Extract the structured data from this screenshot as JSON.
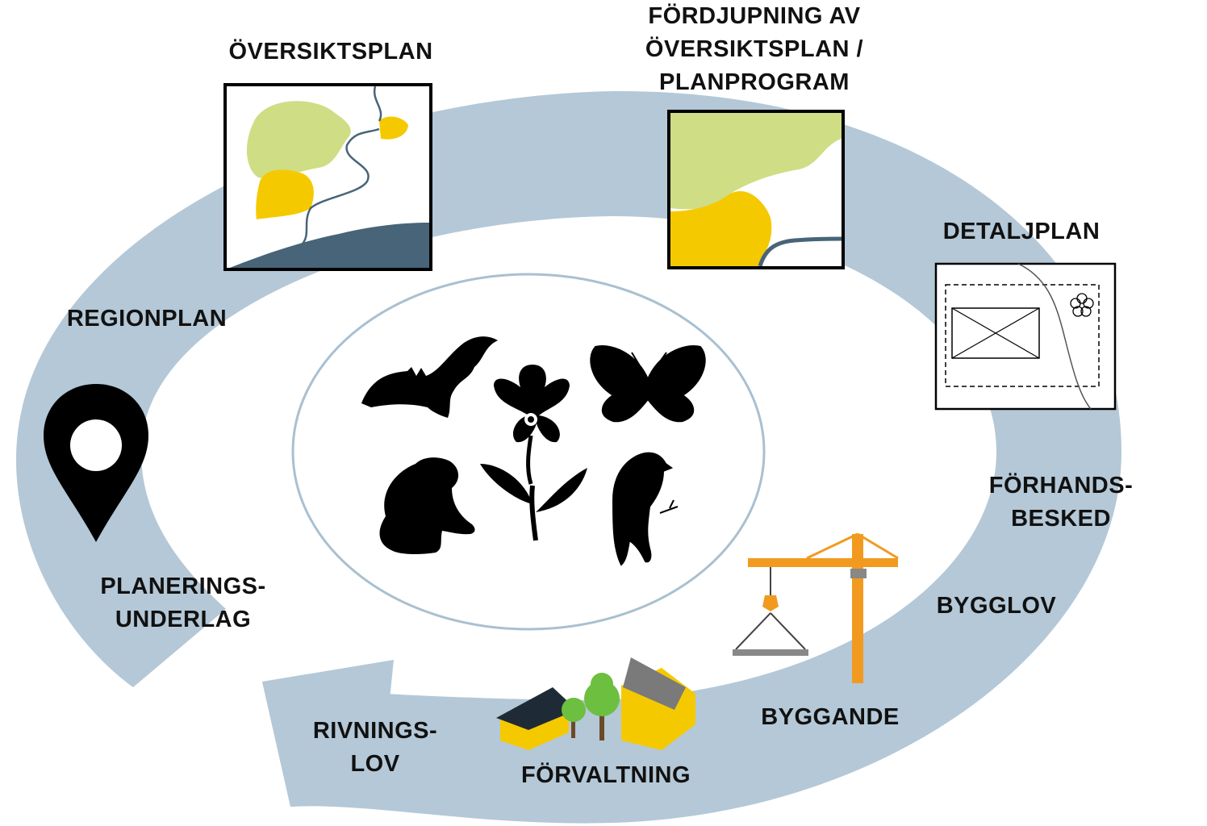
{
  "stages": {
    "oversiktsplan": {
      "label": "ÖVERSIKTSPLAN"
    },
    "fordjupning": {
      "lines": [
        "FÖRDJUPNING AV",
        "ÖVERSIKTSPLAN /",
        "PLANPROGRAM"
      ]
    },
    "detaljplan": {
      "label": "DETALJPLAN"
    },
    "forhandsbesked": {
      "lines": [
        "FÖRHANDS-",
        "BESKED"
      ]
    },
    "bygglov": {
      "label": "BYGGLOV"
    },
    "byggande": {
      "label": "BYGGANDE"
    },
    "forvaltning": {
      "label": "FÖRVALTNING"
    },
    "rivningslov": {
      "lines": [
        "RIVNINGS-",
        "LOV"
      ]
    },
    "planeringsunderlag": {
      "lines": [
        "PLANERINGS-",
        "UNDERLAG"
      ]
    },
    "regionplan": {
      "label": "REGIONPLAN"
    }
  },
  "colors": {
    "cycle_arrow": "#b4c8d7",
    "inner_ellipse_stroke": "#a9c0d1",
    "green_area": "#cfdd85",
    "yellow_area": "#f5c900",
    "water": "#476479",
    "crane": "#f29a1f",
    "house_yellow": "#f5c900",
    "tree_green": "#6cbf3f",
    "silhouette": "#000000"
  },
  "icons": [
    "location-pin-icon",
    "bat-icon",
    "orchid-icon",
    "butterfly-icon",
    "frog-icon",
    "flower-icon",
    "bird-icon",
    "crane-icon",
    "houses-trees-icon"
  ]
}
